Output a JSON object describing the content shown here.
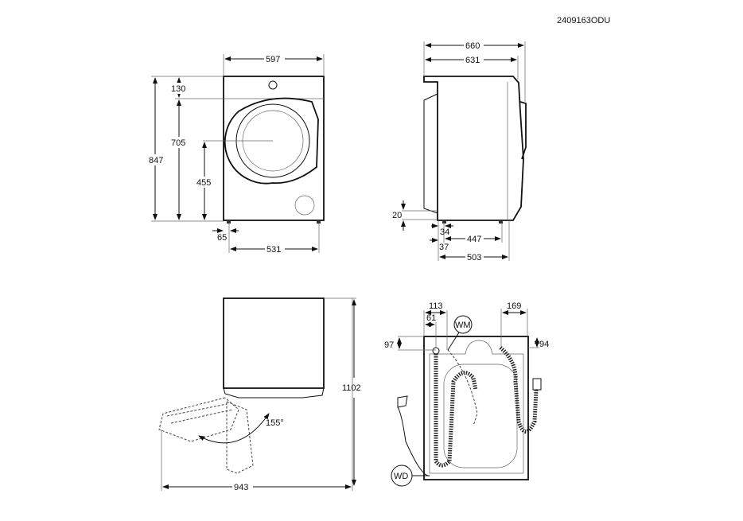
{
  "drawing_code": "2409163ODU",
  "front_view": {
    "width": "597",
    "total_height": "847",
    "top_panel": "130",
    "door_top": "705",
    "door_center": "455",
    "foot_offset": "65",
    "foot_spacing": "531"
  },
  "side_view": {
    "total_depth": "660",
    "depth_no_door": "631",
    "foot_height": "20",
    "foot_to_front": "34",
    "foot_inset": "37",
    "foot_spacing": "447",
    "body_depth": "503"
  },
  "door_view": {
    "total_depth": "1102",
    "door_opening_width": "943",
    "door_angle": "155°"
  },
  "rear_view": {
    "drain_offset": "113",
    "inlet_offset_left": "61",
    "inlet_offset_right": "169",
    "drain_height_left": "97",
    "inlet_height_right": "94",
    "label_wm": "WM",
    "label_wd": "WD"
  }
}
